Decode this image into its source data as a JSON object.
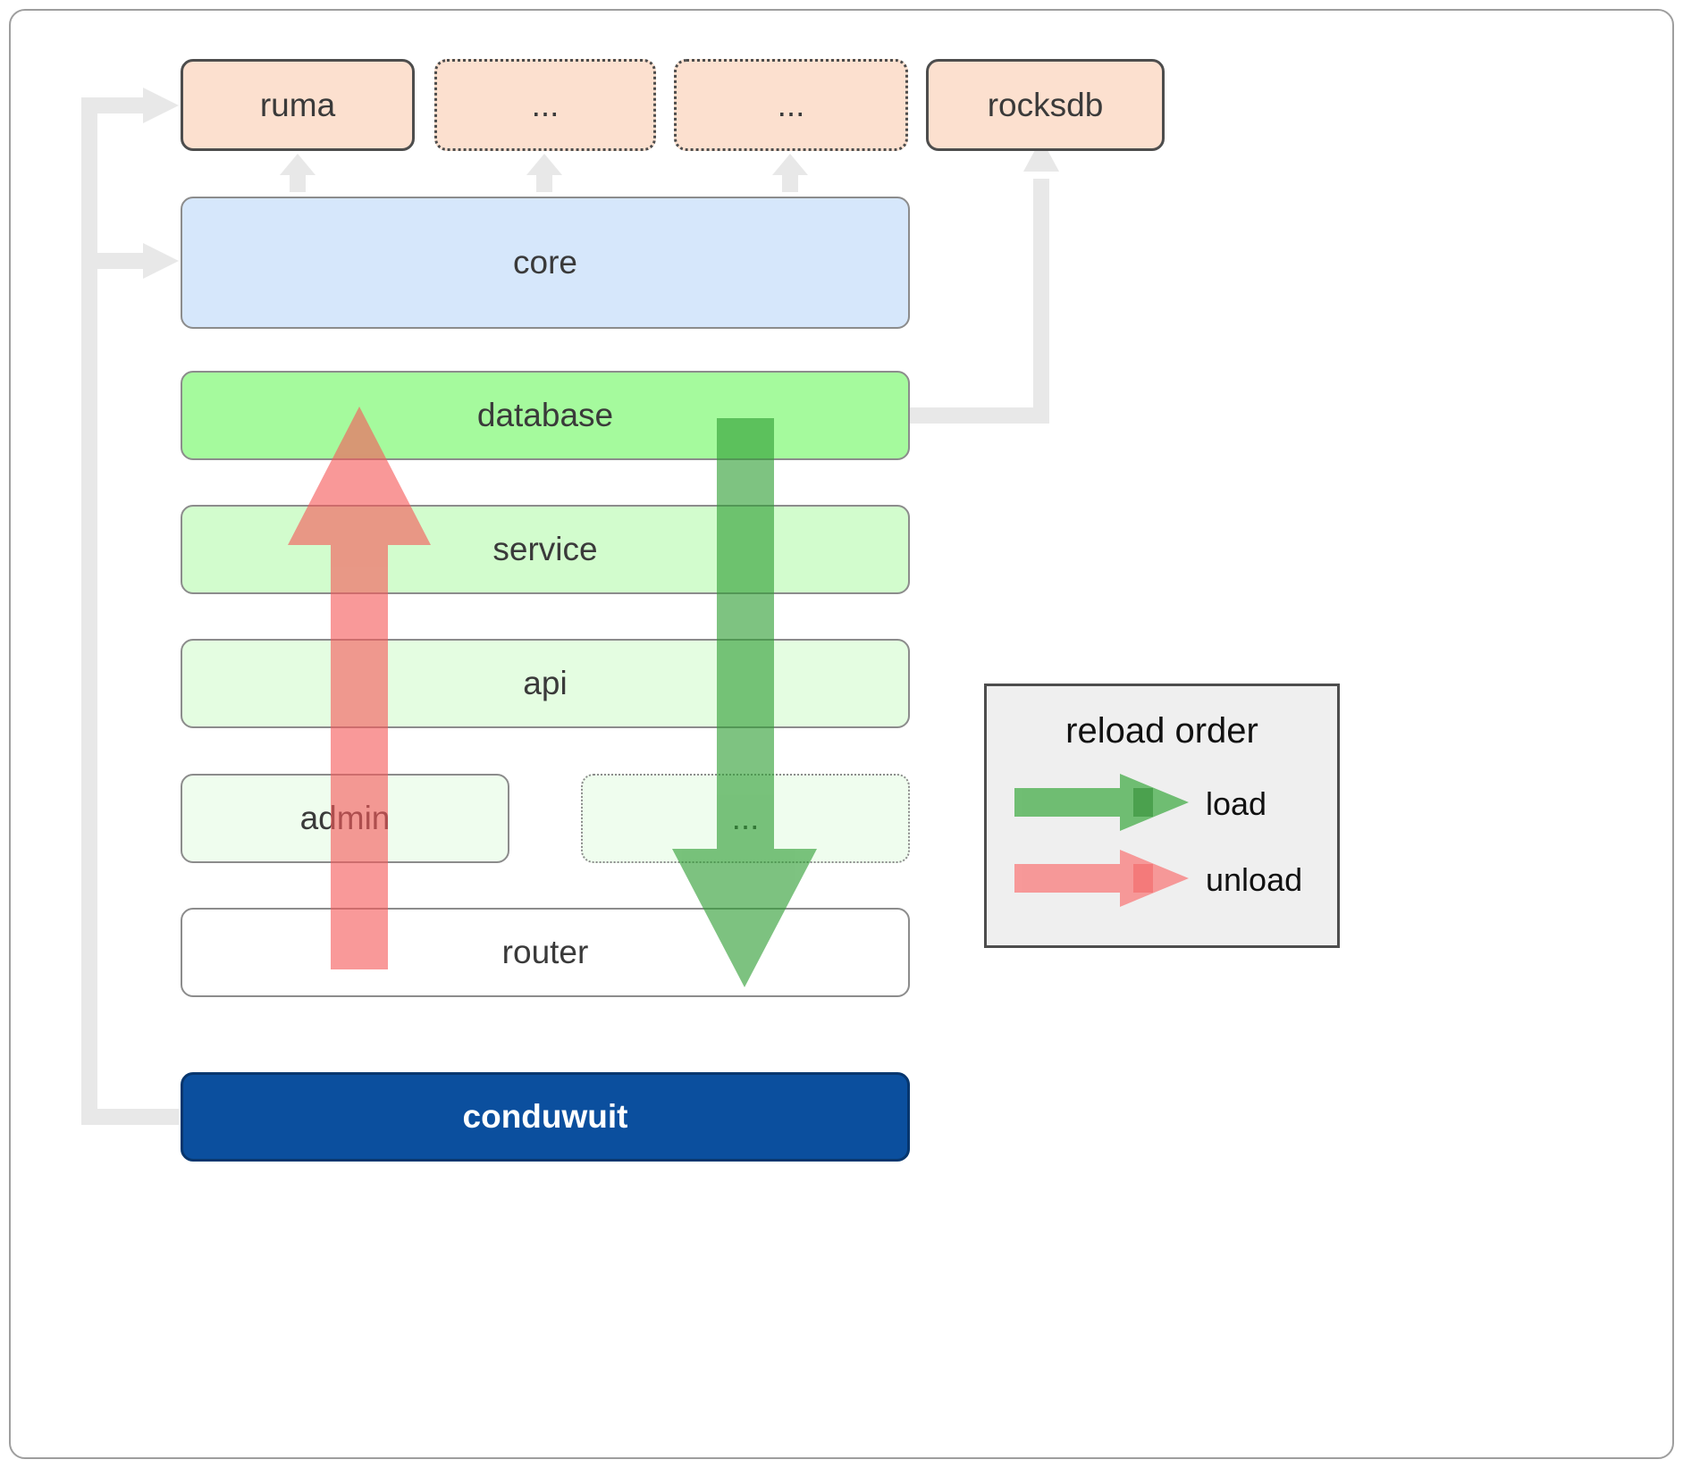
{
  "diagram": {
    "title": "conduwuit crate dependency / reload order diagram",
    "colors": {
      "peach": "#fce0cf",
      "blue": "#d6e7fb",
      "green_database": "#a5fa9d",
      "green_service": "#d2fccd",
      "green_api": "#e4fde1",
      "green_admin": "#effdee",
      "navy": "#0b4f9e",
      "load_arrow": "#4caf50",
      "unload_arrow": "#f98080",
      "connector_gray": "#e8e8e8",
      "legend_bg": "#efefef"
    },
    "top_row": [
      {
        "label": "ruma",
        "border": "solid"
      },
      {
        "label": "...",
        "border": "dotted"
      },
      {
        "label": "...",
        "border": "dotted"
      },
      {
        "label": "rocksdb",
        "border": "solid"
      }
    ],
    "stack": [
      {
        "label": "core",
        "fill": "blue",
        "border": "gray"
      },
      {
        "label": "database",
        "fill": "green1",
        "border": "gray"
      },
      {
        "label": "service",
        "fill": "green2",
        "border": "gray"
      },
      {
        "label": "api",
        "fill": "green3",
        "border": "gray"
      },
      {
        "label": "admin",
        "fill": "green4",
        "border": "gray"
      },
      {
        "label": "...",
        "fill": "green4",
        "border": "dotted"
      },
      {
        "label": "router",
        "fill": "white",
        "border": "gray"
      }
    ],
    "binary": {
      "label": "conduwuit"
    },
    "legend": {
      "title": "reload order",
      "entries": [
        {
          "label": "load",
          "color": "#4caf50"
        },
        {
          "label": "unload",
          "color": "#f98080"
        }
      ]
    }
  }
}
